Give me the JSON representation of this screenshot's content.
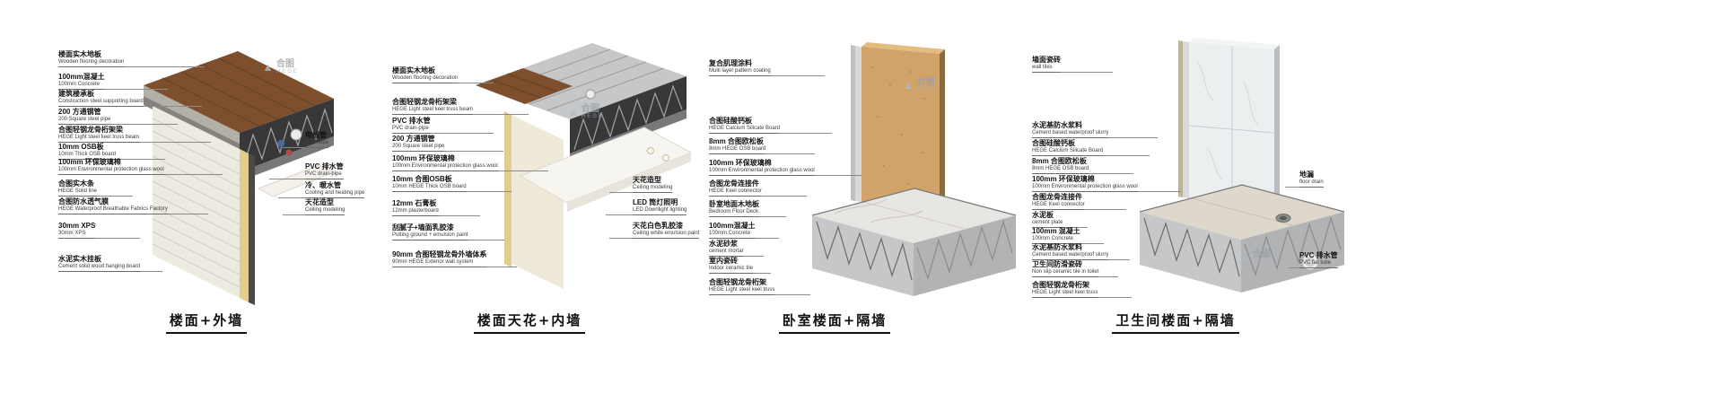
{
  "brand": {
    "zh": "合图",
    "en": "HEGE"
  },
  "colors": {
    "wood": "#7d4f2c",
    "steel_dark": "#38383a",
    "steel_mid": "#77787a",
    "steel_light": "#c6c7c9",
    "osb": "#d2a368",
    "insulation": "#e2cd8e",
    "siding": "#edeae1",
    "marble": "#e8e6e3",
    "background": "#ffffff"
  },
  "panels": [
    {
      "title": "楼面+外墙",
      "left": [
        {
          "zh": "楼面实木地板",
          "en": "Wooden flooring decoration"
        },
        {
          "zh": "100mm混凝土",
          "en": "100mm Concrete"
        },
        {
          "zh": "建筑楼承板",
          "en": "Construction steel supporting board"
        },
        {
          "zh": "200 方通钢管",
          "en": "200 Square steel pipe"
        },
        {
          "zh": "合图轻钢龙骨桁架梁",
          "en": "HEGE Light steel keel truss beam"
        },
        {
          "zh": "10mm OSB板",
          "en": "10mm Thick OSB board"
        },
        {
          "zh": "100mm 环保玻璃棉",
          "en": "100mm Environmental protection glass wool"
        },
        {
          "zh": "合图实木条",
          "en": "HEGE Solid line"
        },
        {
          "zh": "合图防水透气膜",
          "en": "HEGE Waterproof Breathable Fabrics Factory"
        },
        {
          "zh": "30mm XPS",
          "en": "30mm XPS"
        },
        {
          "zh": "水泥实木挂板",
          "en": "Cement solid wood hanging board"
        }
      ],
      "right": [
        {
          "zh": "电线管",
          "en": "deck tube"
        },
        {
          "zh": "PVC 排水管",
          "en": "PVC drain-pipe"
        },
        {
          "zh": "冷、暖水管",
          "en": "Cooling and heating pipe"
        },
        {
          "zh": "天花造型",
          "en": "Ceiling modeling"
        }
      ]
    },
    {
      "title": "楼面天花+内墙",
      "left": [
        {
          "zh": "楼面实木地板",
          "en": "Wooden flooring decoration"
        },
        {
          "zh": "合图轻钢龙骨桁架梁",
          "en": "HEGE Light steel keel truss beam"
        },
        {
          "zh": "PVC 排水管",
          "en": "PVC drain-pipe"
        },
        {
          "zh": "200 方通钢管",
          "en": "200 Square steel pipe"
        },
        {
          "zh": "100mm 环保玻璃棉",
          "en": "100mm Environmental protection glass wool"
        },
        {
          "zh": "10mm 合图OSB板",
          "en": "10mm HEGE Thick OSB board"
        },
        {
          "zh": "12mm 石膏板",
          "en": "12mm plasterboard"
        },
        {
          "zh": "刮腻子+墙面乳胶漆",
          "en": "Putting ground + emulsion paint"
        },
        {
          "zh": "90mm 合图轻钢龙骨外墙体系",
          "en": "90mm HEGE Exterior wall system"
        }
      ],
      "right": [
        {
          "zh": "天花造型",
          "en": "Ceiling modeling"
        },
        {
          "zh": "LED 筒灯照明",
          "en": "LED Downlight lighting"
        },
        {
          "zh": "天花白色乳胶漆",
          "en": "Ceiling white emulsion paint"
        }
      ]
    },
    {
      "title": "卧室楼面+隔墙",
      "left": [
        {
          "zh": "复合肌理涂料",
          "en": "Multi layer pattern coating"
        },
        {
          "zh": "合图硅酸钙板",
          "en": "HEGE Calcium Silicate Board"
        },
        {
          "zh": "8mm 合图欧松板",
          "en": "8mm HEGE OSB board"
        },
        {
          "zh": "100mm 环保玻璃棉",
          "en": "100mm Environmental protection glass wool"
        },
        {
          "zh": "合图龙骨连接件",
          "en": "HEGE Keel connector"
        },
        {
          "zh": "卧室地面木地板",
          "en": "Bedroom Floor Deck"
        },
        {
          "zh": "100mm混凝土",
          "en": "100mm Concrete"
        },
        {
          "zh": "水泥砂浆",
          "en": "cement mortar"
        },
        {
          "zh": "室内瓷砖",
          "en": "Indoor ceramic tile"
        },
        {
          "zh": "合图轻钢龙骨桁架",
          "en": "HEGE Light steel keel truss"
        }
      ],
      "right": []
    },
    {
      "title": "卫生间楼面+隔墙",
      "left": [
        {
          "zh": "墙面瓷砖",
          "en": "wall tiles"
        },
        {
          "zh": "水泥基防水浆料",
          "en": "Cement based waterproof slurry"
        },
        {
          "zh": "合图硅酸钙板",
          "en": "HEGE Calcium Silicate Board"
        },
        {
          "zh": "8mm 合图欧松板",
          "en": "8mm HEGE OSB board"
        },
        {
          "zh": "100mm 环保玻璃棉",
          "en": "100mm Environmental protection glass wool"
        },
        {
          "zh": "合图龙骨连接件",
          "en": "HEGE Keel connector"
        },
        {
          "zh": "水泥板",
          "en": "cement plate"
        },
        {
          "zh": "100mm 混凝土",
          "en": "100mm Concrete"
        },
        {
          "zh": "水泥基防水浆料",
          "en": "Cement based waterproof slurry"
        },
        {
          "zh": "卫生间防滑瓷砖",
          "en": "Non slip ceramic tile in toilet"
        },
        {
          "zh": "合图轻钢龙骨桁架",
          "en": "HEGE Light steel keel truss"
        }
      ],
      "right": [
        {
          "zh": "地漏",
          "en": "floor drain"
        },
        {
          "zh": "PVC 排水管",
          "en": "PVC fall tube"
        }
      ]
    }
  ]
}
